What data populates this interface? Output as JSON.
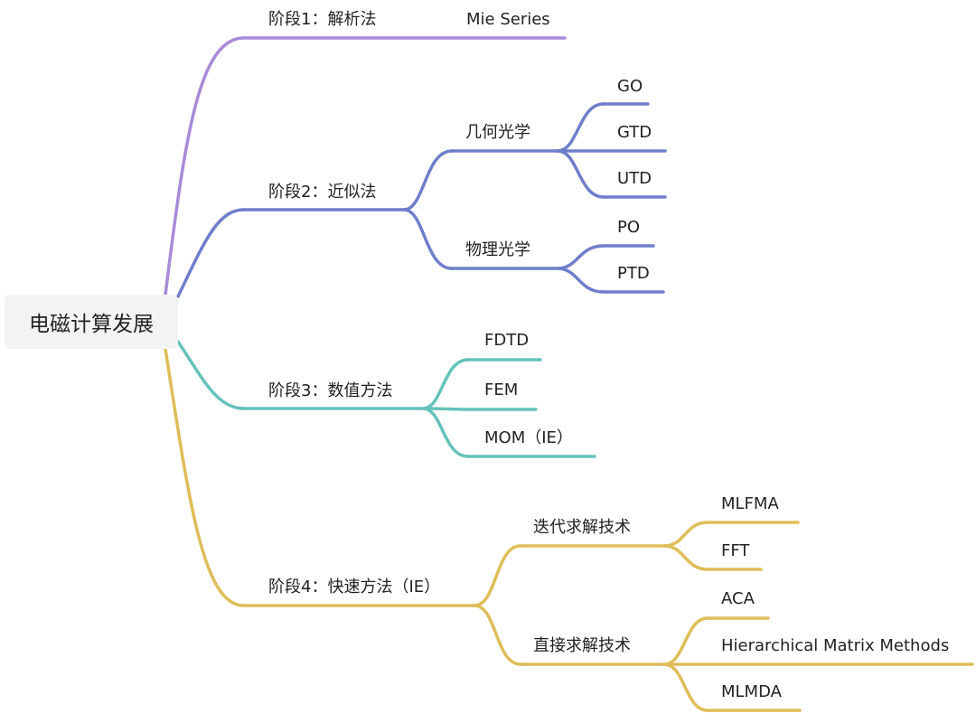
{
  "root": {
    "label": "电磁计算发展"
  },
  "colors": {
    "stage1": "#a98ad8",
    "stage2": "#6f7ecb",
    "stage3": "#66c2bb",
    "stage4": "#dfbd58"
  },
  "stages": [
    {
      "label": "阶段1：解析法",
      "children": [
        {
          "label": "Mie Series"
        }
      ]
    },
    {
      "label": "阶段2：近似法",
      "children": [
        {
          "label": "几何光学",
          "children": [
            {
              "label": "GO"
            },
            {
              "label": "GTD"
            },
            {
              "label": "UTD"
            }
          ]
        },
        {
          "label": "物理光学",
          "children": [
            {
              "label": "PO"
            },
            {
              "label": "PTD"
            }
          ]
        }
      ]
    },
    {
      "label": "阶段3：数值方法",
      "children": [
        {
          "label": "FDTD"
        },
        {
          "label": "FEM"
        },
        {
          "label": "MOM（IE）"
        }
      ]
    },
    {
      "label": "阶段4：快速方法（IE）",
      "children": [
        {
          "label": "迭代求解技术",
          "children": [
            {
              "label": "MLFMA"
            },
            {
              "label": "FFT"
            }
          ]
        },
        {
          "label": "直接求解技术",
          "children": [
            {
              "label": "ACA"
            },
            {
              "label": "Hierarchical Matrix Methods"
            },
            {
              "label": "MLMDA"
            }
          ]
        }
      ]
    }
  ]
}
